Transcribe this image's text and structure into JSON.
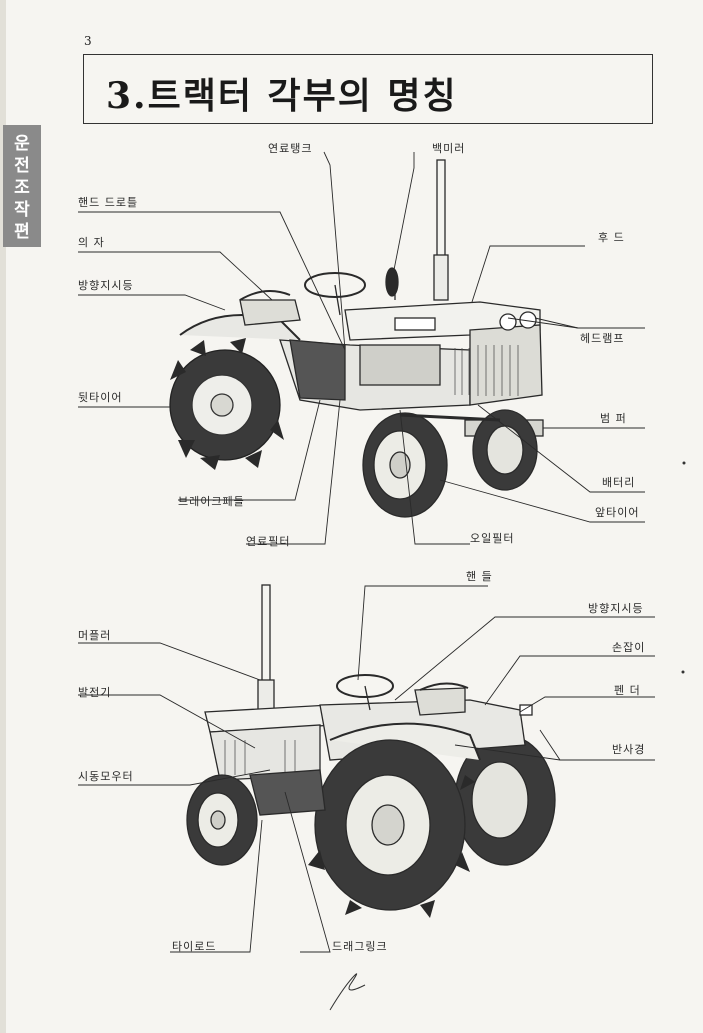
{
  "page": {
    "number": "3",
    "title": "3.트랙터 각부의 명칭",
    "side_tab": "운전조작편"
  },
  "top_labels": {
    "fuel_tank": "연료탱크",
    "back_mirror": "백미러",
    "hand_throttle": "핸드 드로틀",
    "seat": "의 자",
    "turn_signal": "방향지시등",
    "hood": "후 드",
    "headlamp": "헤드램프",
    "rear_tire": "뒷타이어",
    "bumper": "범 퍼",
    "battery": "배터리",
    "brake_pedal": "브레이크페들",
    "front_tire": "앞타이어",
    "fuel_filter": "연료필터",
    "oil_filter": "오일필터"
  },
  "bottom_labels": {
    "steering_wheel": "핸 들",
    "turn_signal": "방향지시등",
    "muffler": "머플러",
    "grab_handle": "손잡이",
    "generator": "발전기",
    "fender": "펜 더",
    "reflector": "반사경",
    "starter_motor": "시동모우터",
    "tie_rod": "타이로드",
    "drag_link": "드래그링크"
  }
}
